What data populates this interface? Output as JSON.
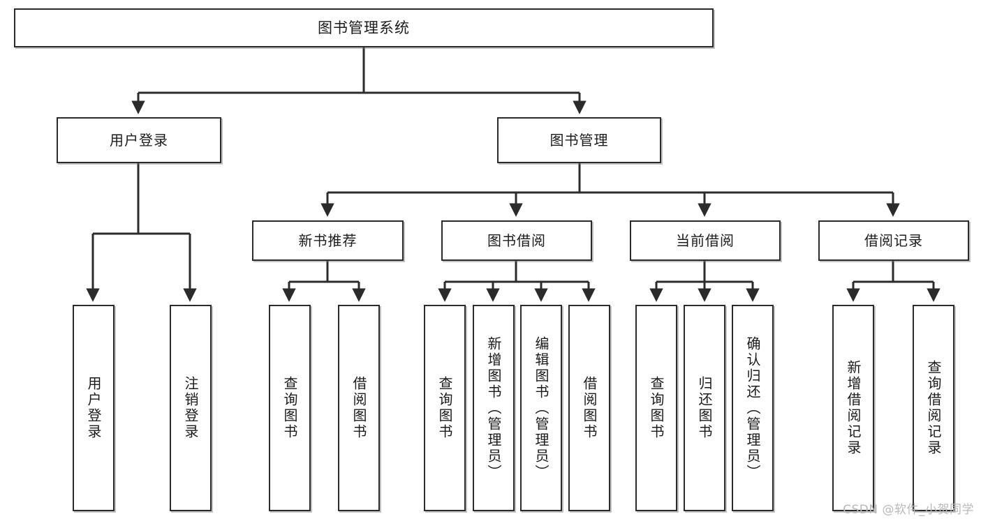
{
  "diagram": {
    "title": "图书管理系统",
    "watermark": "CSDN @软件_小贺同学",
    "line_color": "#2b2b2b",
    "box_fill": "#ffffff",
    "text_color": "#1b1b1b",
    "root": {
      "label": "图书管理系统"
    },
    "level2": [
      {
        "label": "用户登录"
      },
      {
        "label": "图书管理"
      }
    ],
    "level3": [
      {
        "label": "新书推荐"
      },
      {
        "label": "图书借阅"
      },
      {
        "label": "当前借阅"
      },
      {
        "label": "借阅记录"
      }
    ],
    "leaves": {
      "user_login": [
        {
          "label": "用户登录"
        },
        {
          "label": "注销登录"
        }
      ],
      "new_book": [
        {
          "label": "查询图书"
        },
        {
          "label": "借阅图书"
        }
      ],
      "book_borrow": [
        {
          "label": "查询图书"
        },
        {
          "label": "新增图书（管理员）"
        },
        {
          "label": "编辑图书（管理员）"
        },
        {
          "label": "借阅图书"
        }
      ],
      "current_borrow": [
        {
          "label": "查询图书"
        },
        {
          "label": "归还图书"
        },
        {
          "label": "确认归还（管理员）"
        }
      ],
      "borrow_record": [
        {
          "label": "新增借阅记录"
        },
        {
          "label": "查询借阅记录"
        }
      ]
    }
  }
}
